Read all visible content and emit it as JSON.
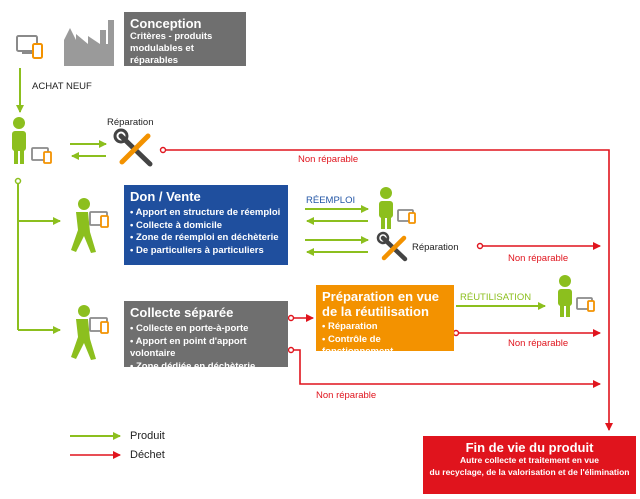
{
  "conception": {
    "title": "Conception",
    "line1": "Critères - produits",
    "line2": "modulables et réparables"
  },
  "achat_neuf": "ACHAT NEUF",
  "reparation_top": "Réparation",
  "non_reparable": "Non réparable",
  "don_vente": {
    "title": "Don / Vente",
    "items": [
      "Apport en structure de réemploi",
      "Collecte à domicile",
      "Zone de réemploi en déchèterie",
      "De particuliers à particuliers"
    ]
  },
  "reemploi": "RÉEMPLOI",
  "reparation_mid": "Réparation",
  "collecte": {
    "title": "Collecte séparée",
    "items": [
      "Collecte en porte-à-porte",
      "Apport en point d'apport volontaire",
      "Zone dédiée en déchèterie"
    ]
  },
  "preparation": {
    "title_line1": "Préparation en vue",
    "title_line2": "de la réutilisation",
    "items": [
      "Réparation",
      "Contrôle de fonctionnement"
    ]
  },
  "reutilisation": "RÉUTILISATION",
  "fin_de_vie": {
    "title": "Fin de vie du produit",
    "line1": "Autre collecte et traitement en vue",
    "line2": "du recyclage, de la valorisation et de l'élimination"
  },
  "legend": {
    "produit": "Produit",
    "dechet": "Déchet"
  },
  "colors": {
    "green": "#8cbf1e",
    "red": "#e0141d",
    "grey": "#6f6f6f",
    "blue": "#1f4f9e",
    "orange": "#f39200"
  }
}
